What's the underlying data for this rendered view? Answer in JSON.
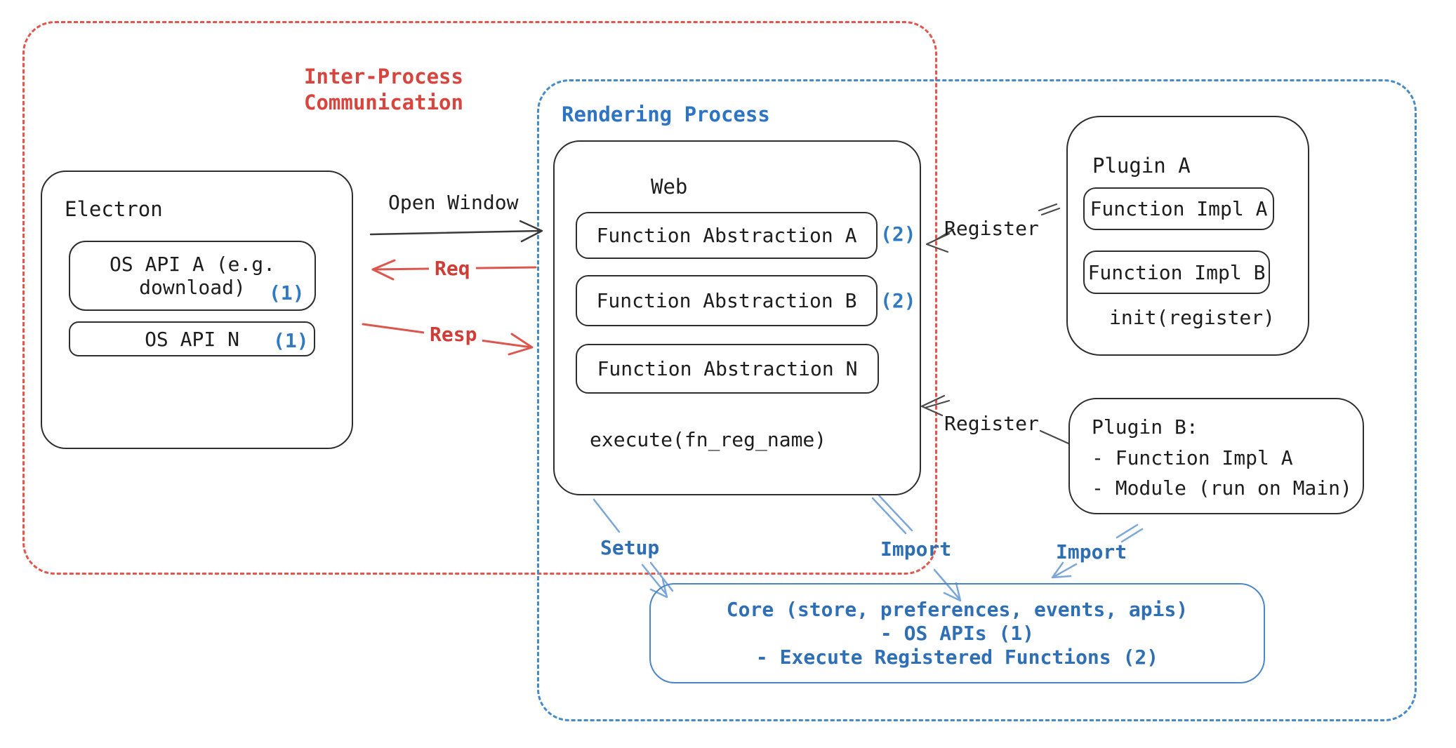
{
  "palette": {
    "red_border": "#e2564e",
    "red_text": "#cf3d36",
    "blue_border": "#458ac9",
    "blue_text": "#2e74c4",
    "blue_badge": "#2f7ac2",
    "blue_arrow": "#7ba6d9",
    "ink": "#1d1d1d"
  },
  "ipc": {
    "line1": "Inter-Process",
    "line2": "Communication"
  },
  "rendering": {
    "label": "Rendering Process"
  },
  "electron": {
    "title": "Electron",
    "api_a": {
      "line1": "OS API A (e.g.",
      "line2": "download)",
      "badge": "(1)"
    },
    "api_n": {
      "label": "OS API N",
      "badge": "(1)"
    }
  },
  "flows": {
    "open_window": "Open Window",
    "req": "Req",
    "resp": "Resp",
    "register_top": "Register",
    "register_bottom": "Register",
    "setup": "Setup",
    "import_mid": "Import",
    "import_right": "Import"
  },
  "web": {
    "title": "Web",
    "items": [
      {
        "label": "Function Abstraction A",
        "badge": "(2)"
      },
      {
        "label": "Function Abstraction B",
        "badge": "(2)"
      },
      {
        "label": "Function Abstraction N",
        "badge": ""
      }
    ],
    "execute": "execute(fn_reg_name)"
  },
  "plugin_a": {
    "title": "Plugin A",
    "impl_a": "Function Impl A",
    "impl_b": "Function Impl B",
    "init": "init(register)"
  },
  "plugin_b": {
    "title": "Plugin B:",
    "items": [
      "- Function Impl A",
      "- Module (run on Main)"
    ]
  },
  "core": {
    "line1": "Core (store, preferences, events, apis)",
    "line2": "- OS APIs (1)",
    "line3": "- Execute Registered Functions (2)"
  }
}
